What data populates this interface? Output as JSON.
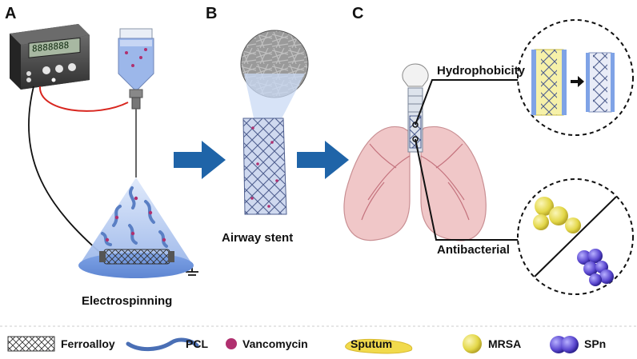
{
  "panels": {
    "a": {
      "letter": "A",
      "caption": "Electrospinning"
    },
    "b": {
      "letter": "B",
      "caption": "Airway stent"
    },
    "c": {
      "letter": "C",
      "callout_top": "Hydrophobicity",
      "callout_bottom": "Antibacterial"
    }
  },
  "power_supply": {
    "display": "8888888"
  },
  "legend": {
    "items": [
      {
        "key": "ferroalloy",
        "label": "Ferroalloy",
        "icon": "mesh-icon"
      },
      {
        "key": "pcl",
        "label": "PCL",
        "icon": "fiber-icon"
      },
      {
        "key": "vancomycin",
        "label": "Vancomycin",
        "icon": "dot-icon"
      },
      {
        "key": "sputum",
        "label": "Sputum",
        "icon": "sputum-icon"
      },
      {
        "key": "mrsa",
        "label": "MRSA",
        "icon": "mrsa-icon"
      },
      {
        "key": "spn",
        "label": "SPn",
        "icon": "spn-icon"
      }
    ]
  },
  "colors": {
    "arrow": "#1f64a8",
    "wire_red": "#d8261f",
    "lung_fill": "#f0c7c8",
    "mrsa": "#e7de5a",
    "spn": "#5d4bd0",
    "vancomycin": "#b0306f",
    "pcl": "#4a6fb5"
  }
}
